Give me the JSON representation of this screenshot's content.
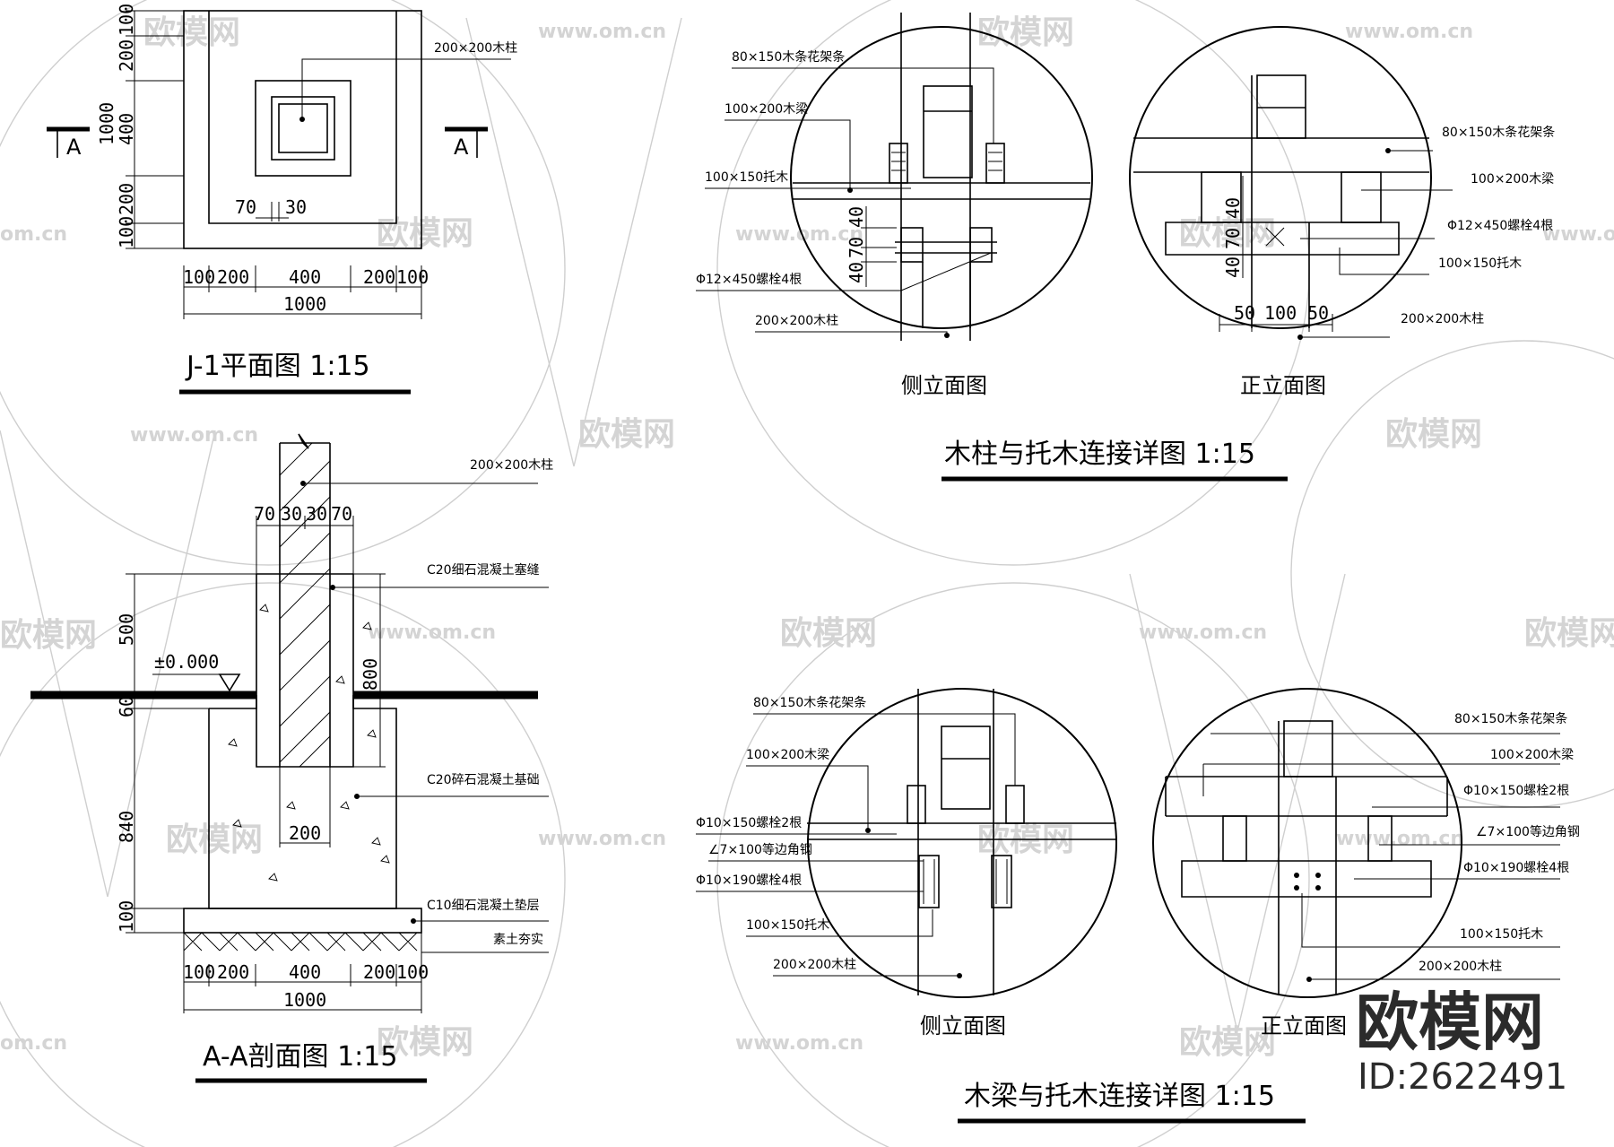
{
  "watermark": {
    "logo_text": "欧模网",
    "url_text": "www.om.cn",
    "short_url": "om.cn"
  },
  "brand": {
    "name": "欧模网",
    "id": "ID:2622491"
  },
  "plan": {
    "title": "J-1平面图  1:15",
    "section_mark": "A",
    "post_label": "200×200木柱",
    "dims_vertical": [
      "100",
      "200",
      "400",
      "200",
      "100",
      "1000"
    ],
    "dims_inner": [
      "70",
      "30"
    ],
    "dims_horizontal": [
      "100",
      "200",
      "400",
      "200",
      "100"
    ],
    "dim_total": "1000"
  },
  "section": {
    "title": "A-A剖面图  1:15",
    "labels": [
      "200×200木柱",
      "C20细石混凝土塞缝",
      "C20碎石混凝土基础",
      "C10细石混凝土垫层",
      "素土夯实"
    ],
    "level": "±0.000",
    "dims_top": [
      "70",
      "30",
      "30",
      "70"
    ],
    "dims_left": [
      "500",
      "60",
      "840",
      "100"
    ],
    "dim_embed": "800",
    "dim_base": "200",
    "dims_bottom": [
      "100",
      "200",
      "400",
      "200",
      "100"
    ],
    "dim_total": "1000"
  },
  "detail_top": {
    "title": "木柱与托木连接详图  1:15",
    "side": {
      "caption": "侧立面图",
      "labels": [
        "80×150木条花架条",
        "100×200木梁",
        "100×150托木",
        "Φ12×450螺栓4根",
        "200×200木柱"
      ],
      "dims": [
        "40",
        "70",
        "40"
      ]
    },
    "front": {
      "caption": "正立面图",
      "labels": [
        "80×150木条花架条",
        "100×200木梁",
        "Φ12×450螺栓4根",
        "100×150托木",
        "200×200木柱"
      ],
      "dims_v": [
        "40",
        "70",
        "40"
      ],
      "dims_h": [
        "50",
        "100",
        "50"
      ]
    }
  },
  "detail_bottom": {
    "title": "木梁与托木连接详图  1:15",
    "side": {
      "caption": "侧立面图",
      "labels": [
        "80×150木条花架条",
        "100×200木梁",
        "Φ10×150螺栓2根",
        "∠7×100等边角钢",
        "Φ10×190螺栓4根",
        "100×150托木",
        "200×200木柱"
      ]
    },
    "front": {
      "caption": "正立面图",
      "labels": [
        "80×150木条花架条",
        "100×200木梁",
        "Φ10×150螺栓2根",
        "∠7×100等边角钢",
        "Φ10×190螺栓4根",
        "100×150托木",
        "200×200木柱"
      ]
    }
  }
}
